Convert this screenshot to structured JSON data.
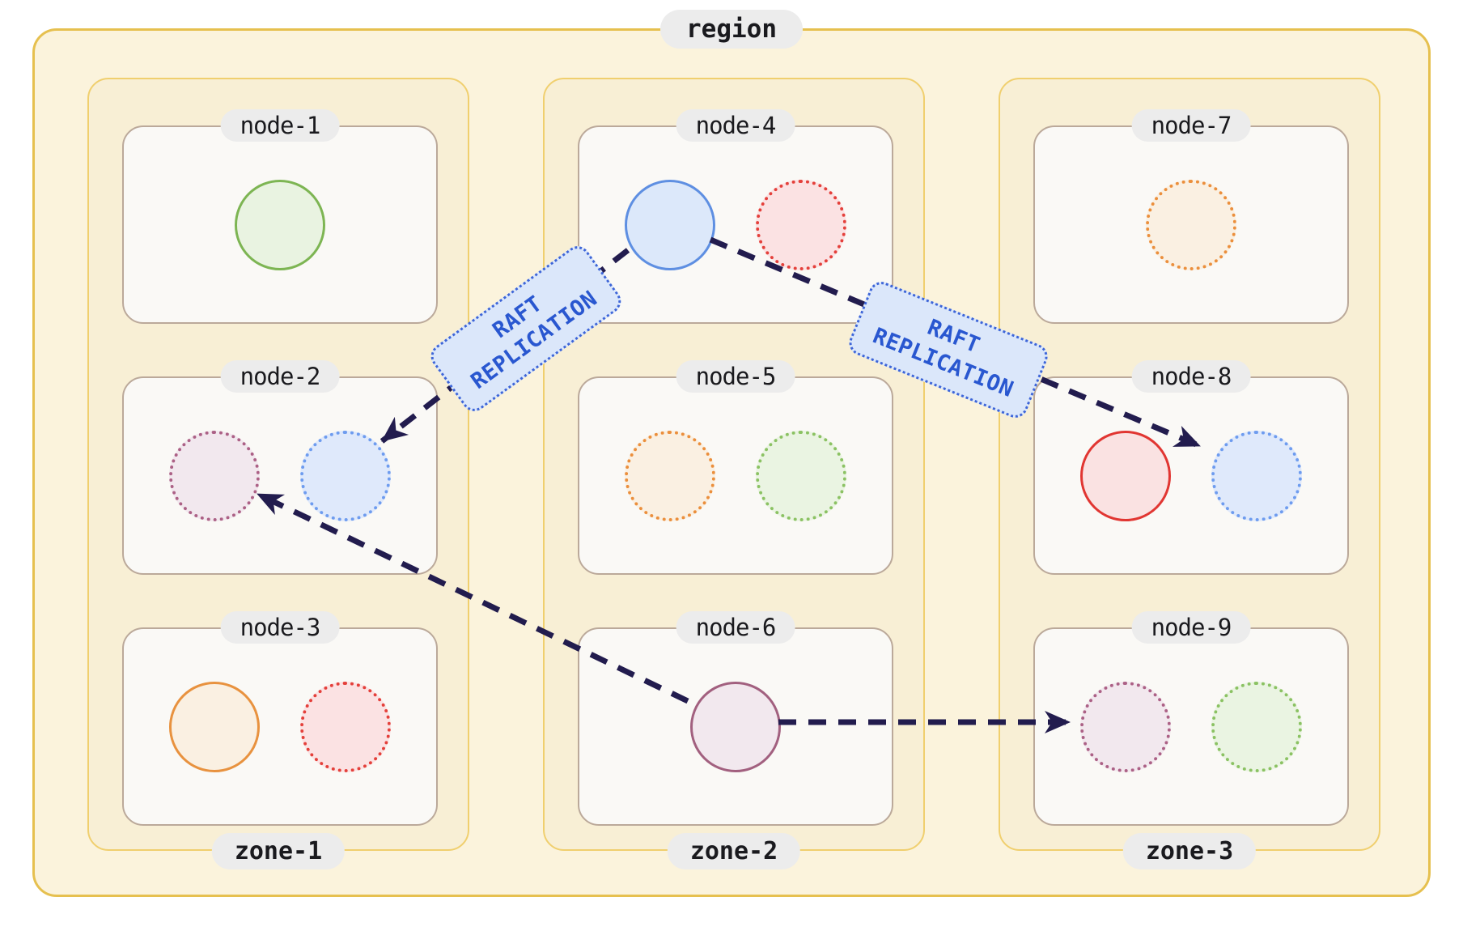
{
  "region": {
    "label": "region"
  },
  "zones": [
    {
      "label": "zone-1",
      "nodes": [
        {
          "label": "node-1",
          "replicas": [
            {
              "color": "green",
              "variant": "solid",
              "stroke": "#7DB553",
              "fill": "#E9F3E1"
            }
          ]
        },
        {
          "label": "node-2",
          "replicas": [
            {
              "color": "purple",
              "variant": "dotted",
              "stroke": "#AC6186",
              "fill": "#F2E8EE"
            },
            {
              "color": "blue",
              "variant": "dotted",
              "stroke": "#6E9CEF",
              "fill": "#DFE9FB"
            }
          ]
        },
        {
          "label": "node-3",
          "replicas": [
            {
              "color": "orange",
              "variant": "solid",
              "stroke": "#E8923F",
              "fill": "#FAF0E2"
            },
            {
              "color": "red",
              "variant": "dotted",
              "stroke": "#E4403B",
              "fill": "#FBE2E3"
            }
          ]
        }
      ]
    },
    {
      "label": "zone-2",
      "nodes": [
        {
          "label": "node-4",
          "replicas": [
            {
              "color": "blue",
              "variant": "solid",
              "stroke": "#5E8FE2",
              "fill": "#DCE8FA"
            },
            {
              "color": "red",
              "variant": "dotted",
              "stroke": "#E4403B",
              "fill": "#FBE2E3"
            }
          ]
        },
        {
          "label": "node-5",
          "replicas": [
            {
              "color": "orange",
              "variant": "dotted",
              "stroke": "#EB8F3C",
              "fill": "#FAF0E2"
            },
            {
              "color": "green",
              "variant": "dotted",
              "stroke": "#8BC263",
              "fill": "#EAF4E2"
            }
          ]
        },
        {
          "label": "node-6",
          "replicas": [
            {
              "color": "purple",
              "variant": "solid",
              "stroke": "#A2607F",
              "fill": "#F2E8EE"
            }
          ]
        }
      ]
    },
    {
      "label": "zone-3",
      "nodes": [
        {
          "label": "node-7",
          "replicas": [
            {
              "color": "orange",
              "variant": "dotted",
              "stroke": "#EB8F3C",
              "fill": "#FAF0E2"
            }
          ]
        },
        {
          "label": "node-8",
          "replicas": [
            {
              "color": "red",
              "variant": "solid",
              "stroke": "#E13632",
              "fill": "#FAE2E2"
            },
            {
              "color": "blue",
              "variant": "dotted",
              "stroke": "#6E9CEF",
              "fill": "#DFE9FB"
            }
          ]
        },
        {
          "label": "node-9",
          "replicas": [
            {
              "color": "purple",
              "variant": "dotted",
              "stroke": "#AC6186",
              "fill": "#F2E8EE"
            },
            {
              "color": "green",
              "variant": "dotted",
              "stroke": "#8BC263",
              "fill": "#EAF4E2"
            }
          ]
        }
      ]
    }
  ],
  "replication": {
    "label_line1": "RAFT",
    "label_line2": "REPLICATION",
    "arrow_color": "#221C4E",
    "label_bg": "#DBE7FA",
    "label_border": "#3D65D8",
    "label_text_color": "#2957D0"
  },
  "colors": {
    "region_fill": "#FBF3DC",
    "region_border": "#E6C04F",
    "zone_fill": "#F8EFD5",
    "zone_border": "#F0CF6E",
    "node_fill": "#FAF9F6",
    "node_border": "#BBA99A",
    "pill_bg": "#ECECEC",
    "pill_text": "#1A1A1E"
  }
}
